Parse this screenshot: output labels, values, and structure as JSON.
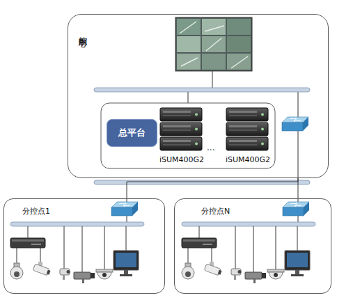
{
  "diagram": {
    "nodes": [
      {
        "text": [
          "控制中心"
        ]
      },
      {
        "text": [
          "总平台"
        ],
        "in": 0
      },
      {
        "text": [
          "iSUM400G2"
        ],
        "in": 0
      },
      {
        "text": [
          "iSUM400G2"
        ],
        "in": 0
      },
      {
        "text": [
          "分控点1"
        ]
      },
      {
        "text": [
          "分控点N"
        ]
      }
    ],
    "edges": [
      {
        "from": 0,
        "to": 4,
        "arrow": "none"
      },
      {
        "from": 0,
        "to": 5,
        "arrow": "none"
      }
    ],
    "labels": [
      "..."
    ]
  }
}
